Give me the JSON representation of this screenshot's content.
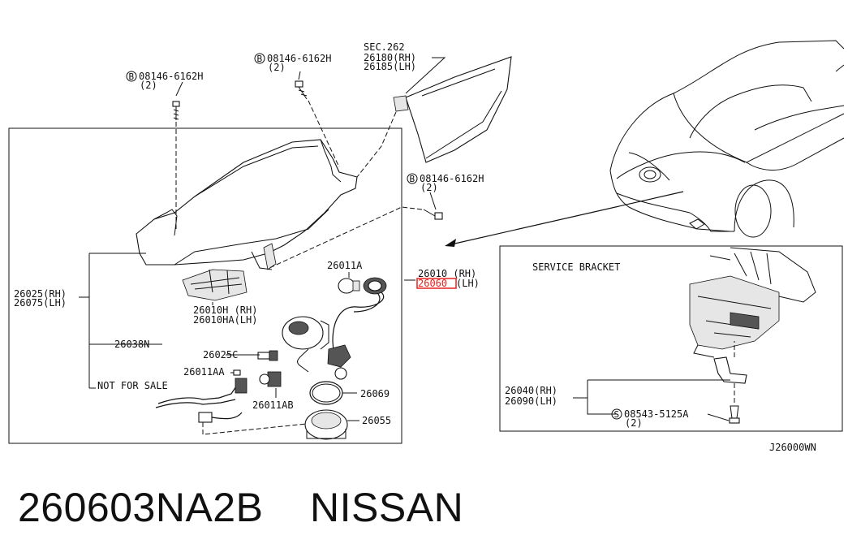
{
  "labels": {
    "bolt_top_left": "08146-6162H",
    "bolt_top_left_qty": "(2)",
    "bolt_top_mid": "08146-6162H",
    "bolt_top_mid_qty": "(2)",
    "bolt_right": "08146-6162H",
    "bolt_right_qty": "(2)",
    "bolt_prefix": "B",
    "sec_ref": "SEC.262",
    "sec_rh": "26180(RH)",
    "sec_lh": "26185(LH)",
    "assy_rh": "26025(RH)",
    "assy_lh": "26075(LH)",
    "bracket_rh": "26010H (RH)",
    "bracket_lh": "26010HA(LH)",
    "bulb_a": "26011A",
    "socket_rh": "26010 (RH)",
    "socket_lh_part": "26060",
    "socket_lh_side": "(LH)",
    "cap": "26038N",
    "bulb_c": "26025C",
    "bulb_aa": "26011AA",
    "not_for_sale": "NOT FOR SALE",
    "bulb_ab": "26011AB",
    "ring": "26069",
    "cover": "26055",
    "service_title": "SERVICE BRACKET",
    "sb_rh": "26040(RH)",
    "sb_lh": "26090(LH)",
    "screw": "08543-5125A",
    "screw_qty": "(2)",
    "screw_prefix": "S",
    "drawing_code": "J26000WN"
  },
  "caption": "260603NA2B    NISSAN",
  "highlight_color": "#e8201e"
}
